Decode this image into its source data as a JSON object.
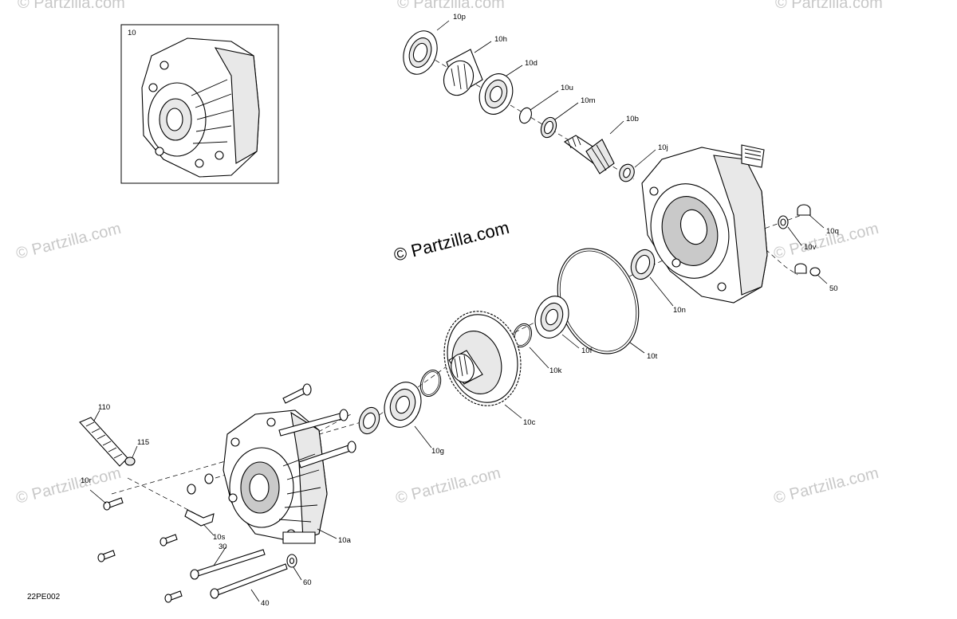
{
  "watermarks": {
    "main": "© Partzilla.com",
    "repeat": "© Partzilla.com"
  },
  "figure_code": "22PE002",
  "inset": {
    "label": "10"
  },
  "callouts": {
    "p10p": "10p",
    "p10h": "10h",
    "p10d": "10d",
    "p10u": "10u",
    "p10m": "10m",
    "p10b": "10b",
    "p10j": "10j",
    "p10q": "10q",
    "p10v": "10v",
    "p50": "50",
    "p10n": "10n",
    "p10t": "10t",
    "p10f": "10f",
    "p10k": "10k",
    "p10c": "10c",
    "p10g": "10g",
    "p110": "110",
    "p115": "115",
    "p10r": "10r",
    "p10s": "10s",
    "p10a": "10a",
    "p30": "30",
    "p60": "60",
    "p40": "40"
  },
  "colors": {
    "line": "#000000",
    "watermark": "#c8c8c8",
    "background": "#ffffff"
  }
}
